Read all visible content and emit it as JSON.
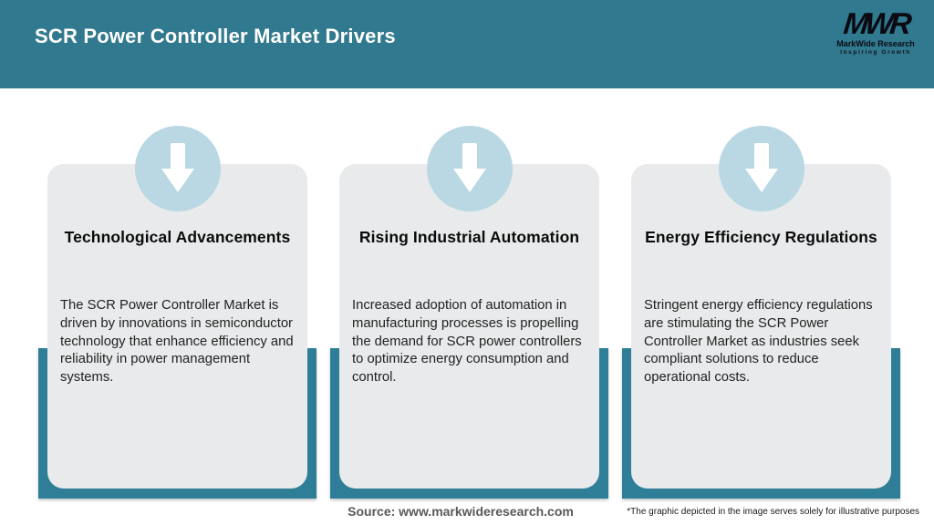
{
  "header": {
    "title": "SCR Power Controller Market Drivers",
    "logo": {
      "acronym": "MWR",
      "name": "MarkWide Research",
      "tagline": "Inspiring Growth"
    }
  },
  "cards": [
    {
      "icon": "down-arrow-icon",
      "title": "Technological Advancements",
      "description": "The SCR Power Controller Market is driven by innovations in semiconductor technology that enhance efficiency and reliability in power management systems."
    },
    {
      "icon": "down-arrow-icon",
      "title": "Rising Industrial Automation",
      "description": "Increased adoption of automation in manufacturing processes is propelling the demand for SCR power controllers to optimize energy consumption and control."
    },
    {
      "icon": "down-arrow-icon",
      "title": "Energy Efficiency Regulations",
      "description": "Stringent energy efficiency regulations are stimulating the SCR Power Controller Market as industries seek compliant solutions to reduce operational costs."
    }
  ],
  "footer": {
    "source": "Source: www.markwideresearch.com",
    "disclaimer": "*The graphic depicted in the image serves solely for illustrative purposes"
  },
  "colors": {
    "header_bg": "#31798E",
    "accent_band": "#2E7E97",
    "icon_circle": "#B9D8E3",
    "card_bg": "#E8EAEB",
    "title_text": "#FFFFFF",
    "body_text": "#222222",
    "source_text": "#58595B"
  }
}
